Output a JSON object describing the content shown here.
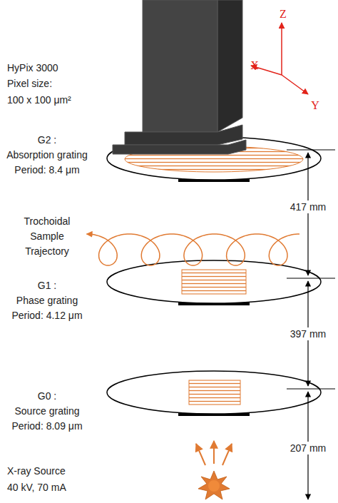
{
  "diagram": {
    "labels": [
      "X",
      "Y",
      "Z",
      "HyPix 3000",
      "Pixel size:",
      "100 x 100 μm²",
      "G2 :",
      "Absorption grating",
      "Period: 8.4 μm",
      "417 mm",
      "Trochoidal",
      "Sample",
      "Trajectory",
      "G1 :",
      "Phase grating",
      "Period: 4.12 μm",
      "397 mm",
      "G0 :",
      "Source grating",
      "Period: 8.09 μm",
      "207 mm",
      "X-ray Source",
      "40 kV, 70 mA"
    ]
  }
}
